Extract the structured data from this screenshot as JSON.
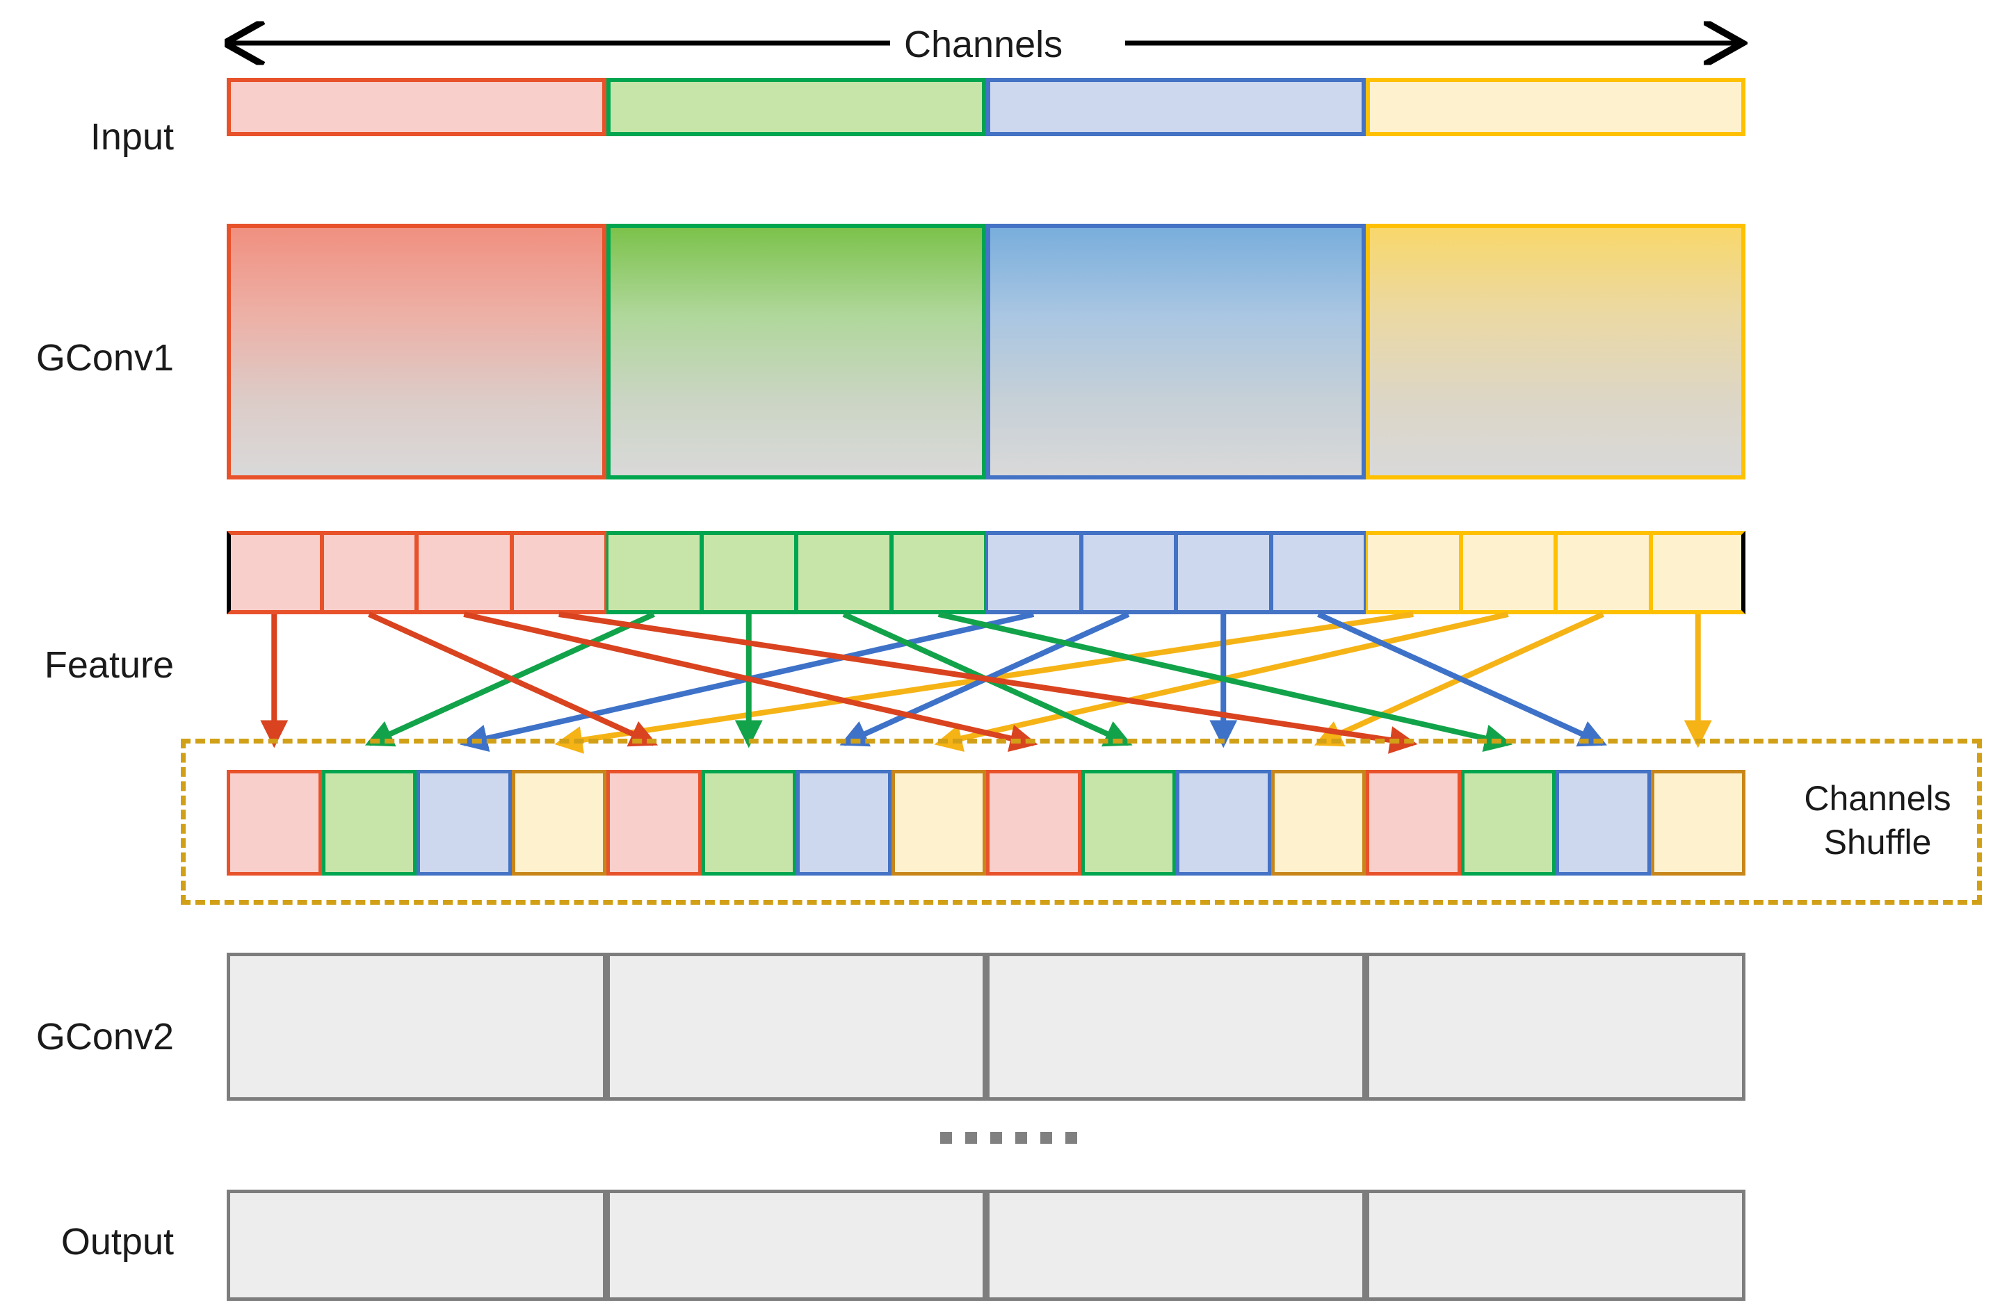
{
  "diagram": {
    "title": "ShuffleNet channel shuffle diagram",
    "axis_label": "Channels",
    "shuffle_label_line1": "Channels",
    "shuffle_label_line2": "Shuffle",
    "ellipsis_dots": 6
  },
  "rows": [
    {
      "key": "input",
      "label": "Input"
    },
    {
      "key": "gconv1",
      "label": "GConv1"
    },
    {
      "key": "feature",
      "label": "Feature"
    },
    {
      "key": "gconv2",
      "label": "GConv2"
    },
    {
      "key": "output",
      "label": "Output"
    }
  ],
  "groups": {
    "count": 4,
    "names": [
      "group-red",
      "group-green",
      "group-blue",
      "group-yellow"
    ],
    "channels_per_group": 4
  },
  "colors": {
    "red_border": "#E8522B",
    "red_fill": "#F8CFCA",
    "green_border": "#00A550",
    "green_fill": "#C7E5A9",
    "blue_border": "#4472C4",
    "blue_fill": "#CDD8EF",
    "yellow_border": "#FFC000",
    "yellow_fill": "#FDF1CE",
    "shuffle_dash": "#D1A017",
    "gray_border": "#7D7D7D",
    "gray_fill": "#EDEDED",
    "arrow_red": "#D9431F",
    "arrow_green": "#12A34A",
    "arrow_blue": "#3E72C8",
    "arrow_yellow": "#F5B316",
    "text": "#1a1a1a"
  },
  "input_row": {
    "segments": [
      "red",
      "green",
      "blue",
      "yellow"
    ]
  },
  "gconv1_row": {
    "segments": [
      "red",
      "green",
      "blue",
      "yellow"
    ],
    "note": "vertical gradient from saturated color to gray"
  },
  "feature_row": {
    "cells": [
      "red",
      "red",
      "red",
      "red",
      "green",
      "green",
      "green",
      "green",
      "blue",
      "blue",
      "blue",
      "blue",
      "yellow",
      "yellow",
      "yellow",
      "yellow"
    ]
  },
  "shuffled_row": {
    "cells": [
      "red",
      "green",
      "blue",
      "yellow",
      "red",
      "green",
      "blue",
      "yellow",
      "red",
      "green",
      "blue",
      "yellow",
      "red",
      "green",
      "blue",
      "yellow"
    ],
    "source_index": [
      0,
      4,
      8,
      12,
      1,
      5,
      9,
      13,
      2,
      6,
      10,
      14,
      3,
      7,
      11,
      15
    ]
  },
  "gconv2_row": {
    "segments": [
      "gray",
      "gray",
      "gray",
      "gray"
    ]
  },
  "output_row": {
    "segments": [
      "gray",
      "gray",
      "gray",
      "gray"
    ]
  }
}
